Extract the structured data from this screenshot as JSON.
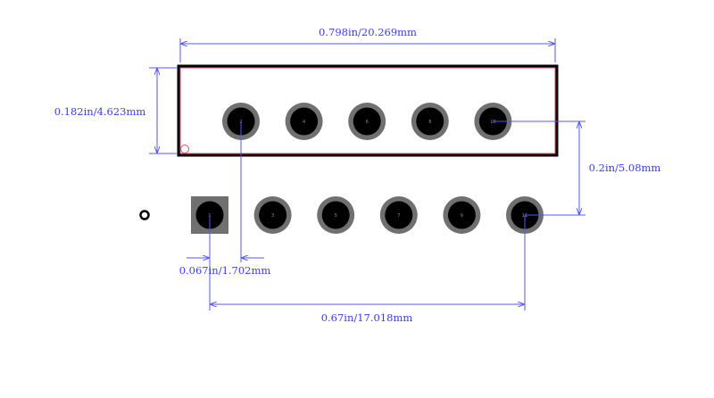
{
  "dimensions": {
    "width": "0.798in/20.269mm",
    "height": "0.182in/4.623mm",
    "row_spacing": "0.2in/5.08mm",
    "pitch": "0.067in/1.702mm",
    "span": "0.67in/17.018mm"
  },
  "pads": {
    "top_row": [
      "2",
      "4",
      "6",
      "8",
      "10"
    ],
    "bottom_row": [
      "1",
      "3",
      "5",
      "7",
      "9",
      "11"
    ]
  },
  "colors": {
    "dimension": "#5555ff",
    "outline": "#000000",
    "courtyard": "#e05070",
    "pad_ring": "#707070",
    "pad_hole": "#000000"
  }
}
